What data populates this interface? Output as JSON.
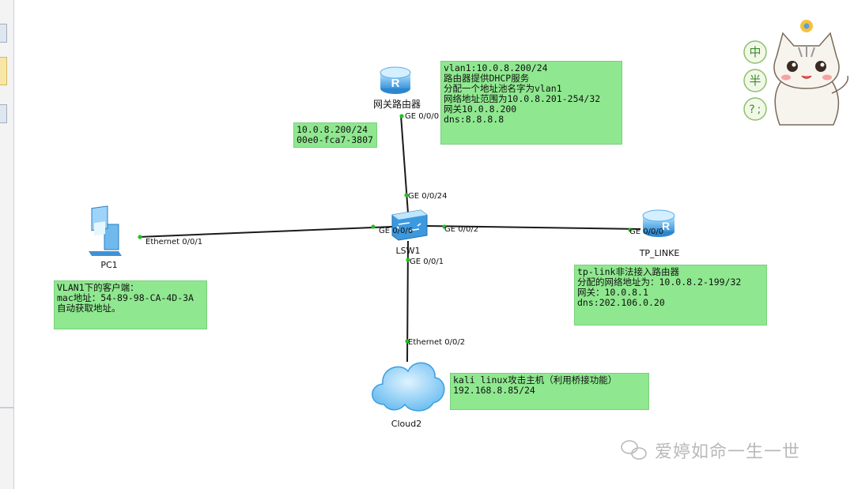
{
  "devices": {
    "router_gw": {
      "label": "网关路由器"
    },
    "switch": {
      "label": "LSW1"
    },
    "pc": {
      "label": "PC1"
    },
    "tplink": {
      "label": "TP_LINKE"
    },
    "cloud": {
      "label": "Cloud2"
    }
  },
  "ports": {
    "router_ge000": "GE 0/0/0",
    "sw_ge0024": "GE 0/0/24",
    "sw_ge006": "GE 0/0/6",
    "sw_ge002": "GE 0/0/2",
    "sw_ge001": "GE 0/0/1",
    "pc_eth001": "Ethernet 0/0/1",
    "tplink_ge000": "GE 0/0/0",
    "cloud_eth002": "Ethernet 0/0/2"
  },
  "notes": {
    "router_info": [
      "vlan1:10.0.8.200/24",
      "路由器提供DHCP服务",
      "分配一个地址池名字为vlan1",
      "网络地址范围为10.0.8.201-254/32",
      "网关10.0.8.200",
      "dns:8.8.8.8"
    ],
    "router_addr": [
      "10.0.8.200/24",
      "00e0-fca7-3807"
    ],
    "pc_info": [
      "VLAN1下的客户端：",
      "mac地址：54-89-98-CA-4D-3A",
      "自动获取地址。"
    ],
    "tplink_info": [
      "tp-link非法接入路由器",
      "分配的网络地址为：10.0.8.2-199/32",
      "网关：10.0.8.1",
      "dns:202.106.0.20"
    ],
    "kali_info": [
      "kali linux攻击主机（利用桥接功能）",
      "192.168.8.85/24"
    ]
  },
  "sticker": {
    "chars": [
      "中",
      "半",
      "?",
      ";"
    ]
  },
  "watermark": {
    "text": "爱婷如命一生一世",
    "icon": "wechat-icon"
  },
  "colors": {
    "note_bg": "#8fe88f",
    "link": "#1a1a1a",
    "port_dot": "#22c122",
    "device_blue": "#4aa8e6"
  }
}
